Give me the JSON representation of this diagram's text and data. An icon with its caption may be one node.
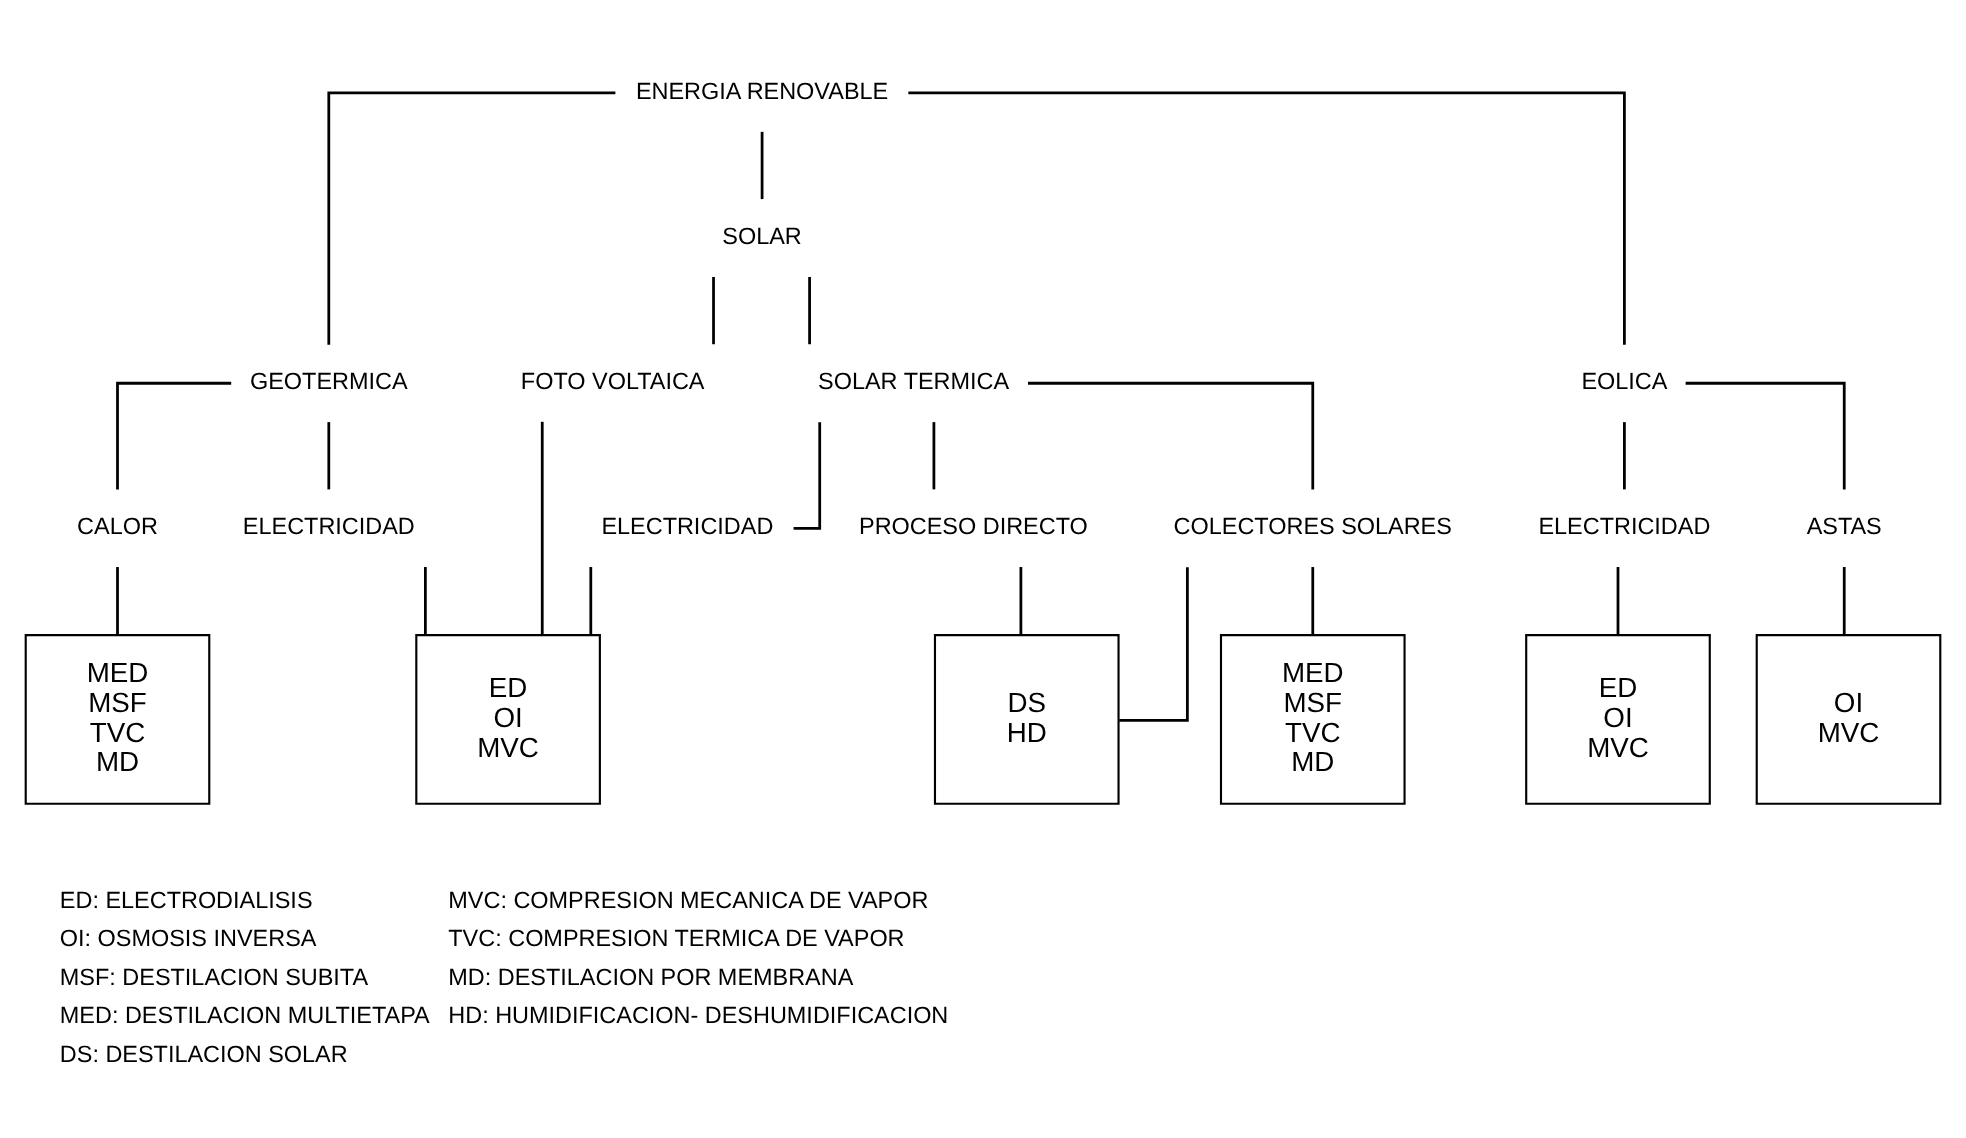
{
  "diagram": {
    "nodes": [
      {
        "text": [
          "ENERGIA RENOVABLE"
        ]
      },
      {
        "text": [
          "GEOTERMICA"
        ]
      },
      {
        "text": [
          "SOLAR"
        ]
      },
      {
        "text": [
          "EOLICA"
        ]
      },
      {
        "text": [
          "CALOR"
        ]
      },
      {
        "text": [
          "ELECTRICIDAD"
        ]
      },
      {
        "text": [
          "FOTO VOLTAICA"
        ]
      },
      {
        "text": [
          "SOLAR TERMICA"
        ]
      },
      {
        "text": [
          "ELECTRICIDAD"
        ]
      },
      {
        "text": [
          "ASTAS"
        ]
      },
      {
        "text": [
          "ELECTRICIDAD"
        ]
      },
      {
        "text": [
          "PROCESO DIRECTO"
        ]
      },
      {
        "text": [
          "COLECTORES SOLARES"
        ]
      },
      {
        "text": [
          "MED",
          "MSF",
          "TVC",
          "MD"
        ]
      },
      {
        "text": [
          "ED",
          "OI",
          "MVC"
        ]
      },
      {
        "text": [
          "DS",
          "HD"
        ]
      },
      {
        "text": [
          "MED",
          "MSF",
          "TVC",
          "MD"
        ]
      },
      {
        "text": [
          "ED",
          "OI",
          "MVC"
        ]
      },
      {
        "text": [
          "OI",
          "MVC"
        ]
      }
    ],
    "edges": [
      {
        "from": 0,
        "to": 1,
        "arrow": "none"
      },
      {
        "from": 0,
        "to": 2,
        "arrow": "none"
      },
      {
        "from": 0,
        "to": 3,
        "arrow": "none"
      },
      {
        "from": 1,
        "to": 4,
        "arrow": "none"
      },
      {
        "from": 1,
        "to": 5,
        "arrow": "none"
      },
      {
        "from": 2,
        "to": 6,
        "arrow": "none"
      },
      {
        "from": 2,
        "to": 7,
        "arrow": "none"
      },
      {
        "from": 3,
        "to": 8,
        "arrow": "none"
      },
      {
        "from": 3,
        "to": 9,
        "arrow": "none"
      },
      {
        "from": 7,
        "to": 10,
        "arrow": "none"
      },
      {
        "from": 7,
        "to": 11,
        "arrow": "none"
      },
      {
        "from": 7,
        "to": 12,
        "arrow": "none"
      },
      {
        "from": 4,
        "to": 13,
        "arrow": "none"
      },
      {
        "from": 5,
        "to": 14,
        "arrow": "none"
      },
      {
        "from": 6,
        "to": 14,
        "arrow": "none"
      },
      {
        "from": 10,
        "to": 14,
        "arrow": "none"
      },
      {
        "from": 11,
        "to": 15,
        "arrow": "none"
      },
      {
        "from": 12,
        "to": 15,
        "arrow": "none"
      },
      {
        "from": 12,
        "to": 16,
        "arrow": "none"
      },
      {
        "from": 8,
        "to": 17,
        "arrow": "none"
      },
      {
        "from": 9,
        "to": 18,
        "arrow": "none"
      }
    ],
    "labels": [
      "ED: ELECTRODIALISIS",
      "MVC: COMPRESION MECANICA DE VAPOR",
      "OI: OSMOSIS INVERSA",
      "TVC: COMPRESION TERMICA DE VAPOR",
      "MSF: DESTILACION SUBITA",
      "MD: DESTILACION POR MEMBRANA",
      "MED: DESTILACION MULTIETAPA",
      "HD: HUMIDIFICACION- DESHUMIDIFICACION",
      "DS: DESTILACION SOLAR"
    ]
  }
}
